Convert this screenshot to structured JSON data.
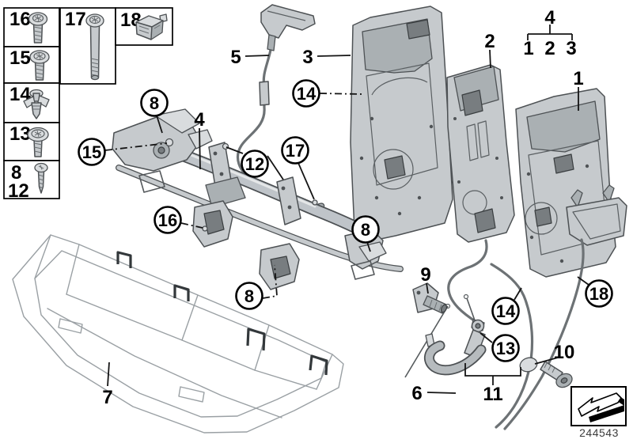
{
  "diagram": {
    "background_color": "#ffffff",
    "accent_colors": {
      "part_grey": "#c6cacd",
      "outline_grey": "#4d5154",
      "callout_black": "#000000"
    },
    "legend": {
      "boxes": [
        {
          "labels": [
            "16"
          ],
          "icon": "torx-pan-head-screw-icon"
        },
        {
          "labels": [
            "15"
          ],
          "icon": "torx-pan-head-screw-icon"
        },
        {
          "labels": [
            "14"
          ],
          "icon": "expanding-rivet-clip-icon"
        },
        {
          "labels": [
            "13"
          ],
          "icon": "pan-head-screw-icon"
        },
        {
          "labels": [
            "8",
            "12"
          ],
          "icon": "self-tapping-screw-icon"
        },
        {
          "labels": [
            "17"
          ],
          "icon": "long-torx-bolt-icon"
        },
        {
          "labels": [
            "18"
          ],
          "icon": "cage-clamp-icon"
        }
      ]
    },
    "callouts": {
      "circled": [
        {
          "n": "8"
        },
        {
          "n": "15"
        },
        {
          "n": "14"
        },
        {
          "n": "12"
        },
        {
          "n": "17"
        },
        {
          "n": "16"
        },
        {
          "n": "8"
        },
        {
          "n": "8"
        },
        {
          "n": "14"
        },
        {
          "n": "13"
        },
        {
          "n": "18"
        }
      ],
      "plain": [
        {
          "n": "5"
        },
        {
          "n": "3"
        },
        {
          "n": "2"
        },
        {
          "n": "1"
        },
        {
          "n": "4"
        },
        {
          "n": "9"
        },
        {
          "n": "10"
        },
        {
          "n": "11"
        },
        {
          "n": "6"
        },
        {
          "n": "7"
        }
      ],
      "group": {
        "parent": "4",
        "children": [
          "1",
          "2",
          "3"
        ]
      }
    },
    "stamp": {
      "icon": "fold-arrow-stamp-icon",
      "part_number": "244543"
    }
  }
}
